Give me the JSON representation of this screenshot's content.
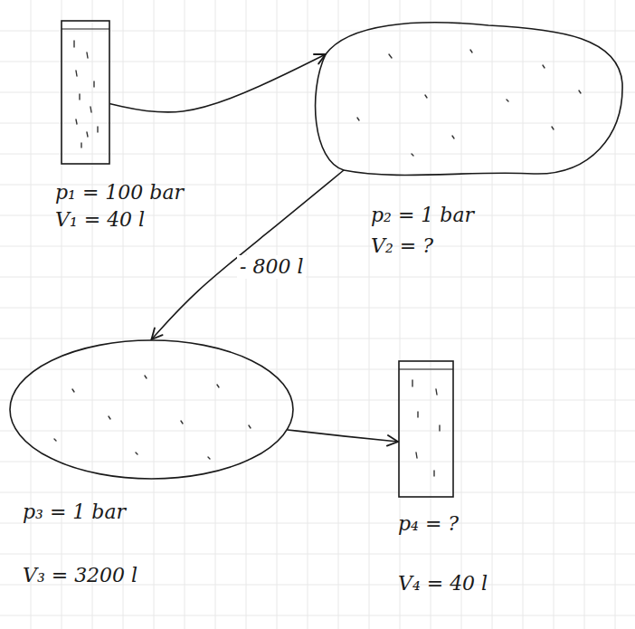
{
  "diagram": {
    "nodes": [
      {
        "text": [
          "p₁ = 100 bar",
          "V₁ = 40 l"
        ]
      },
      {
        "text": [
          "p₂ = 1 bar",
          "V₂ = ?"
        ]
      },
      {
        "text": [
          "p₃ = 1 bar",
          "V₃ = 3200 l"
        ]
      },
      {
        "text": [
          "p₄ = ?",
          "V₄ = 40 l"
        ]
      }
    ],
    "edges": [
      {
        "from": 0,
        "to": 1,
        "arrow": "to"
      },
      {
        "from": 1,
        "to": 2,
        "label": "- 800 l",
        "arrow": "to"
      },
      {
        "from": 2,
        "to": 3,
        "arrow": "to"
      }
    ]
  }
}
